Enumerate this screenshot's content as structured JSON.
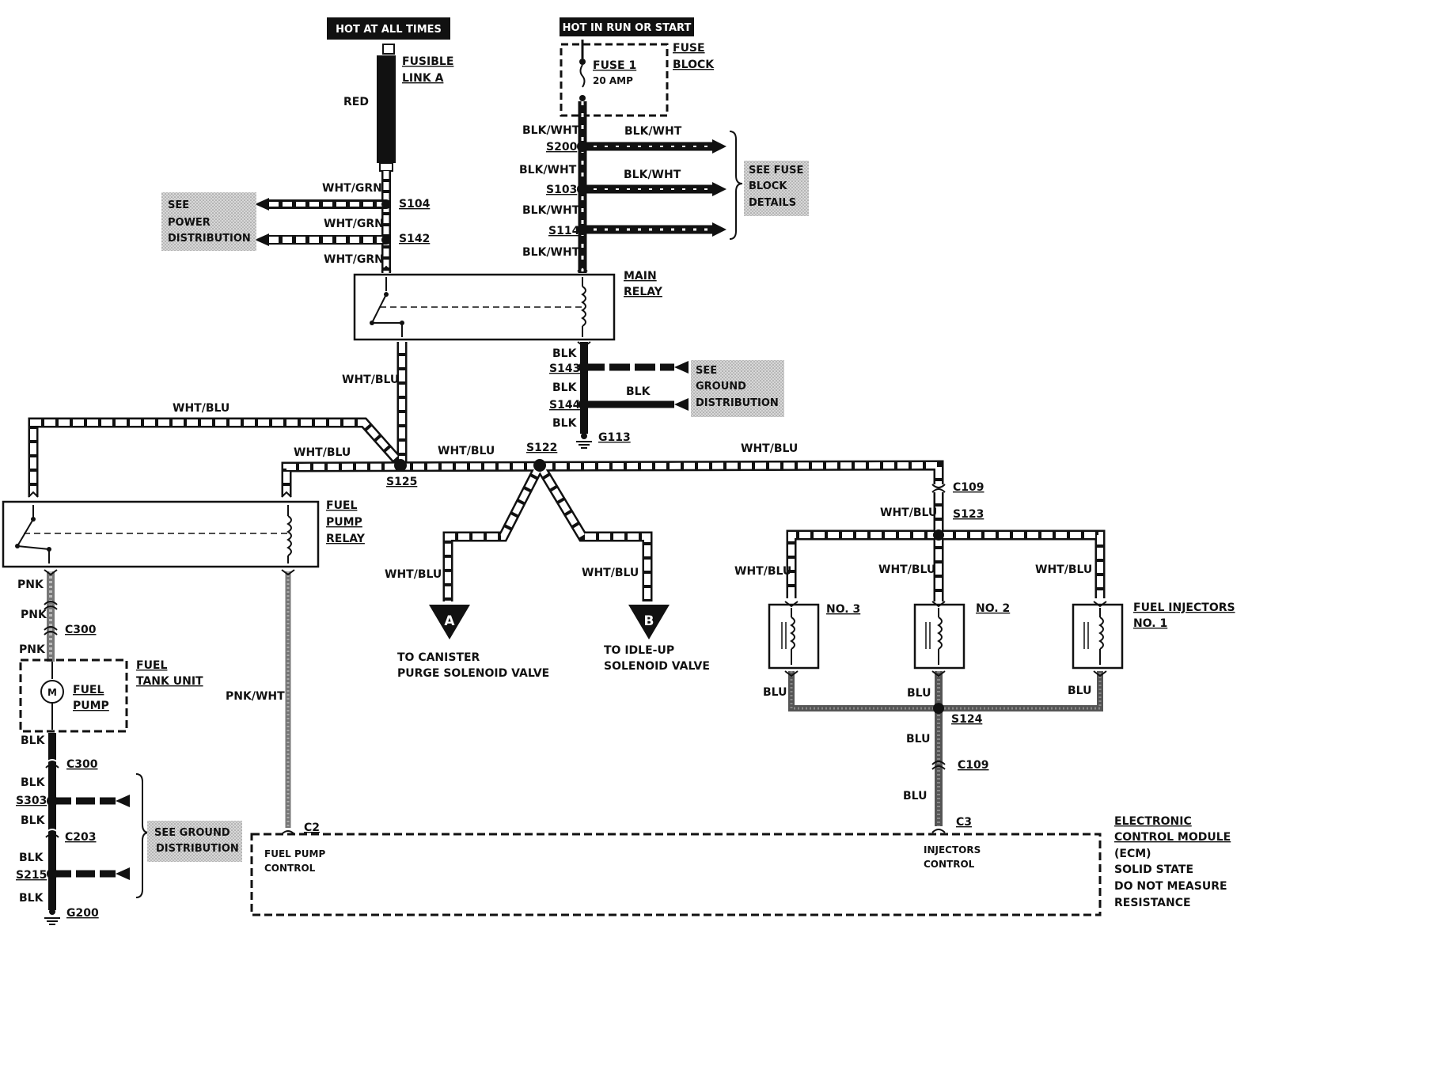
{
  "power": {
    "hot_at_all_times": "HOT AT ALL TIMES",
    "hot_in_run_or_start": "HOT IN RUN OR START"
  },
  "fusible_link": {
    "name_line1": "FUSIBLE",
    "name_line2": "LINK A",
    "wire": "RED"
  },
  "fuse_block": {
    "fuse_name": "FUSE 1",
    "fuse_rating": "20 AMP",
    "label_line1": "FUSE",
    "label_line2": "BLOCK"
  },
  "left_feed": {
    "wire_top": "WHT/GRN",
    "wire_mid": "WHT/GRN",
    "wire_bottom": "WHT/GRN",
    "splice_1": "S104",
    "splice_2": "S142",
    "ref_line1": "SEE",
    "ref_line2": "POWER",
    "ref_line3": "DISTRIBUTION"
  },
  "right_feed": {
    "wire_1": "BLK/WHT",
    "wire_2": "BLK/WHT",
    "wire_3": "BLK/WHT",
    "wire_4": "BLK/WHT",
    "branch_1": "BLK/WHT",
    "branch_2": "BLK/WHT",
    "splice_1": "S200",
    "splice_2": "S103",
    "splice_3": "S114",
    "ref_line1": "SEE FUSE",
    "ref_line2": "BLOCK",
    "ref_line3": "DETAILS"
  },
  "main_relay": {
    "label_line1": "MAIN",
    "label_line2": "RELAY"
  },
  "relay_ground": {
    "wire_1": "BLK",
    "wire_2": "BLK",
    "wire_3": "BLK",
    "branch": "BLK",
    "splice_1": "S143",
    "splice_2": "S144",
    "ground": "G113",
    "ref_line1": "SEE",
    "ref_line2": "GROUND",
    "ref_line3": "DISTRIBUTION"
  },
  "distribution": {
    "relay_out": "WHT/BLU",
    "left_loop": "WHT/BLU",
    "to_fp_relay": "WHT/BLU",
    "to_s122": "WHT/BLU",
    "to_injectors": "WHT/BLU",
    "splice_s125": "S125",
    "splice_s122": "S122",
    "to_a": "WHT/BLU",
    "to_b": "WHT/BLU"
  },
  "connector_a": {
    "letter": "A",
    "line1": "TO CANISTER",
    "line2": "PURGE SOLENOID VALVE"
  },
  "connector_b": {
    "letter": "B",
    "line1": "TO IDLE-UP",
    "line2": "SOLENOID VALVE"
  },
  "fuel_pump_relay": {
    "label_line1": "FUEL",
    "label_line2": "PUMP",
    "label_line3": "RELAY"
  },
  "pump_circuit": {
    "wire_pnk_1": "PNK",
    "wire_pnk_2": "PNK",
    "wire_pnk_3": "PNK",
    "connector_top": "C300",
    "pump_label_1": "FUEL",
    "pump_label_2": "PUMP",
    "motor_letter": "M",
    "tank_label_1": "FUEL",
    "tank_label_2": "TANK UNIT",
    "wire_blk_1": "BLK",
    "connector_bottom": "C300",
    "wire_blk_2": "BLK",
    "splice_s303": "S303",
    "wire_blk_3": "BLK",
    "connector_c203": "C203",
    "wire_blk_4": "BLK",
    "splice_s215": "S215",
    "wire_blk_5": "BLK",
    "ground": "G200",
    "ref_line1": "SEE GROUND",
    "ref_line2": "DISTRIBUTION"
  },
  "pump_control": {
    "wire": "PNK/WHT",
    "connector": "C2",
    "ecm_line1": "FUEL PUMP",
    "ecm_line2": "CONTROL"
  },
  "injectors": {
    "connector_c109_top": "C109",
    "splice_s123": "S123",
    "feed_wire": "WHT/BLU",
    "wire_no3": "WHT/BLU",
    "wire_no2": "WHT/BLU",
    "wire_no1": "WHT/BLU",
    "label_no3": "NO. 3",
    "label_no2": "NO. 2",
    "label_title": "FUEL INJECTORS",
    "label_no1": "NO. 1",
    "blu_no3": "BLU",
    "blu_no2": "BLU",
    "blu_no1": "BLU",
    "splice_s124": "S124",
    "blu_mid": "BLU",
    "connector_c109_bottom": "C109",
    "blu_low": "BLU",
    "connector_c3": "C3",
    "ecm_line1": "INJECTORS",
    "ecm_line2": "CONTROL"
  },
  "ecm": {
    "line1": "ELECTRONIC",
    "line2": "CONTROL MODULE",
    "line3": "(ECM)",
    "line4": "SOLID STATE",
    "line5": "DO NOT MEASURE",
    "line6": "RESISTANCE"
  },
  "colors": {
    "wire_white": "#ffffff",
    "wire_black": "#111111",
    "wire_gray": "#8a8a8a",
    "ref_box": "#cfcfcf"
  }
}
